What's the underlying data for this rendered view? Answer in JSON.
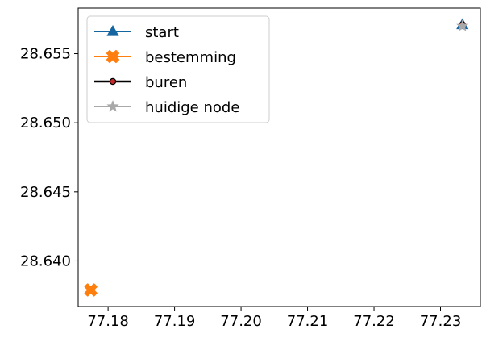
{
  "chart_data": {
    "type": "scatter",
    "title": "",
    "xlabel": "",
    "ylabel": "",
    "xlim": [
      77.1755,
      77.236
    ],
    "ylim": [
      28.6367,
      28.6583
    ],
    "xticks": [
      77.18,
      77.19,
      77.2,
      77.21,
      77.22,
      77.23
    ],
    "xtick_labels": [
      "77.18",
      "77.19",
      "77.20",
      "77.21",
      "77.22",
      "77.23"
    ],
    "yticks": [
      28.64,
      28.645,
      28.65,
      28.655
    ],
    "ytick_labels": [
      "28.640",
      "28.645",
      "28.650",
      "28.655"
    ],
    "grid": false,
    "legend_position": "top-left",
    "series": [
      {
        "name": "start",
        "marker": "triangle",
        "color": "#1565a0",
        "line_color": "#1565a0",
        "points": [
          [
            77.2333,
            28.6571
          ]
        ]
      },
      {
        "name": "bestemming",
        "marker": "x-filled",
        "color": "#ff7f0e",
        "line_color": "#ff7f0e",
        "points": [
          [
            77.1774,
            28.6379
          ]
        ]
      },
      {
        "name": "buren",
        "marker": "circle",
        "color": "#c62828",
        "line_color": "#000000",
        "points": [
          [
            77.2333,
            28.6571
          ]
        ]
      },
      {
        "name": "huidige node",
        "marker": "star",
        "color": "#a9a9a9",
        "line_color": "#a9a9a9",
        "points": [
          [
            77.2333,
            28.657
          ]
        ]
      }
    ]
  }
}
